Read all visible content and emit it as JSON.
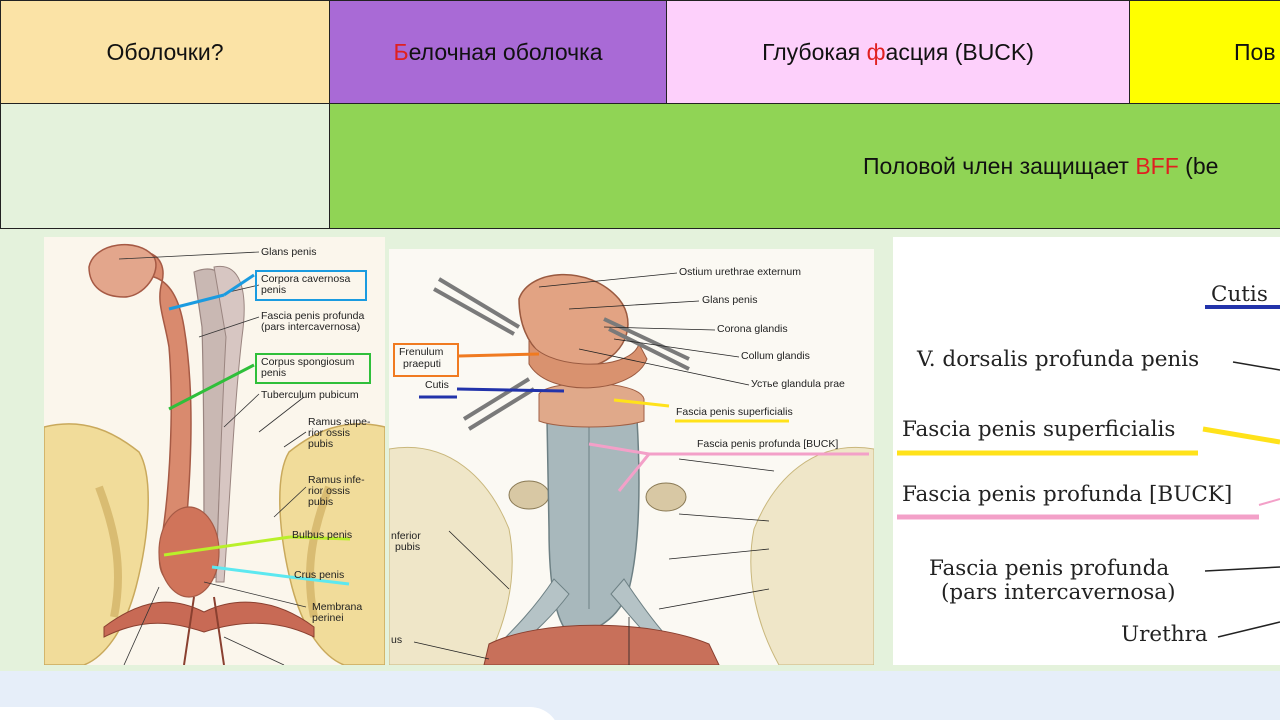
{
  "header": {
    "col1": "Оболочки?",
    "col2_first": "Б",
    "col2_rest": "елочная оболочка",
    "col3_pre": "Глубокая ",
    "col3_hl": "ф",
    "col3_post": "асция (BUCK)",
    "col4": "Пов"
  },
  "row2": {
    "text_pre": "Половой член защищает ",
    "text_hl": "BFF",
    "text_post": " (be"
  },
  "colors": {
    "highlight": "#e02020",
    "cyan": "#1a9be0",
    "green": "#2fbf3a",
    "yellow": "#ffe21a",
    "pink": "#f3a0c8",
    "blue": "#2233aa",
    "orange": "#f07a20",
    "lime": "#b9f02a",
    "aqua": "#5ce8f0"
  },
  "panel1": {
    "labels": [
      "Glans penis",
      "Corpora cavernosa",
      "penis",
      "Fascia penis profunda",
      "(pars intercavernosa)",
      "Corpus spongiosum",
      "penis",
      "Tuberculum pubicum",
      "Ramus supe-",
      "rior ossis",
      "pubis",
      "Ramus infe-",
      "rior ossis",
      "pubis",
      "Bulbus penis",
      "Crus penis",
      "Membrana",
      "perinei"
    ]
  },
  "panel2": {
    "labels": [
      "Ostium urethrae externum",
      "Glans penis",
      "Corona glandis",
      "Collum glandis",
      "Устье glandula prae",
      "Frenulum",
      "praeputi",
      "Cutis",
      "Fascia penis superficialis",
      "Fascia penis profunda [BUCK]",
      "nferior",
      "pubis",
      "us"
    ]
  },
  "panel3": {
    "labels": [
      "Cutis",
      "V. dorsalis profunda penis",
      "Fascia penis superficialis",
      "Fascia penis profunda [BUCK]",
      "Fascia penis profunda",
      "(pars intercavernosa)",
      "Urethra"
    ]
  }
}
